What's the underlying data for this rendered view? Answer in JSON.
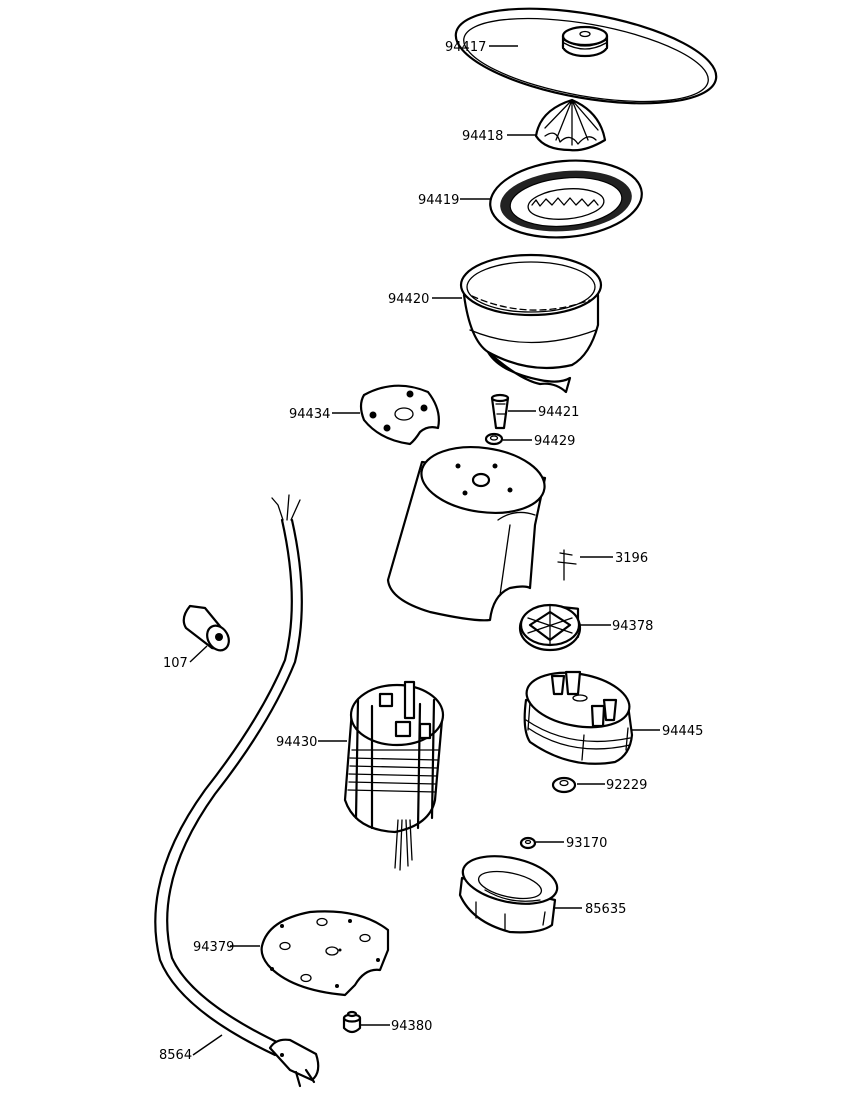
{
  "diagram": {
    "type": "exploded-parts-diagram",
    "subject": "citrus juicer",
    "parts": [
      {
        "id": "94417",
        "label": "94417",
        "description": "lid / cover"
      },
      {
        "id": "94418",
        "label": "94418",
        "description": "juicing cone (reamer)"
      },
      {
        "id": "94419",
        "label": "94419",
        "description": "strainer / pulp filter"
      },
      {
        "id": "94420",
        "label": "94420",
        "description": "juice bowl with spout"
      },
      {
        "id": "94434",
        "label": "94434",
        "description": "gasket plate"
      },
      {
        "id": "94421",
        "label": "94421",
        "description": "drive shaft"
      },
      {
        "id": "94429",
        "label": "94429",
        "description": "washer"
      },
      {
        "id": "3196",
        "label": "3196",
        "description": "switch"
      },
      {
        "id": "94378",
        "label": "94378",
        "description": "fan wheel"
      },
      {
        "id": "107",
        "label": "107",
        "description": "capacitor"
      },
      {
        "id": "94430",
        "label": "94430",
        "description": "motor"
      },
      {
        "id": "94445",
        "label": "94445",
        "description": "gearbox cover"
      },
      {
        "id": "92229",
        "label": "92229",
        "description": "bushing"
      },
      {
        "id": "93170",
        "label": "93170",
        "description": "small washer"
      },
      {
        "id": "85635",
        "label": "85635",
        "description": "base housing"
      },
      {
        "id": "94379",
        "label": "94379",
        "description": "base plate"
      },
      {
        "id": "94380",
        "label": "94380",
        "description": "foot / nut"
      },
      {
        "id": "8564",
        "label": "8564",
        "description": "power cord with plug"
      }
    ]
  }
}
